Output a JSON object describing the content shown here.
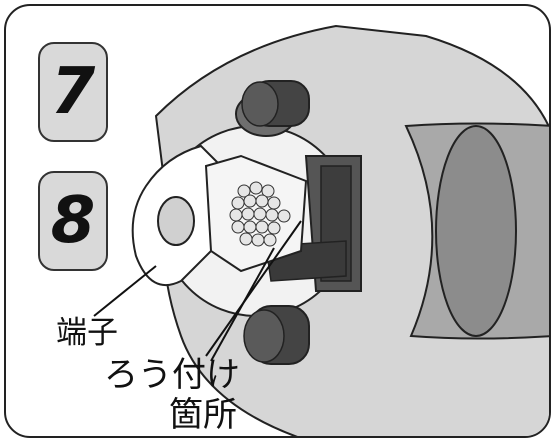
{
  "steps": [
    "7",
    "8"
  ],
  "callouts": {
    "terminal": "端子",
    "brazing_line1": "ろう付け",
    "brazing_line2": "箇所"
  },
  "colors": {
    "outline": "#222222",
    "body_gray": "#cfcfcf",
    "dark_gray": "#555555",
    "badge_bg": "#d9d9d9"
  }
}
